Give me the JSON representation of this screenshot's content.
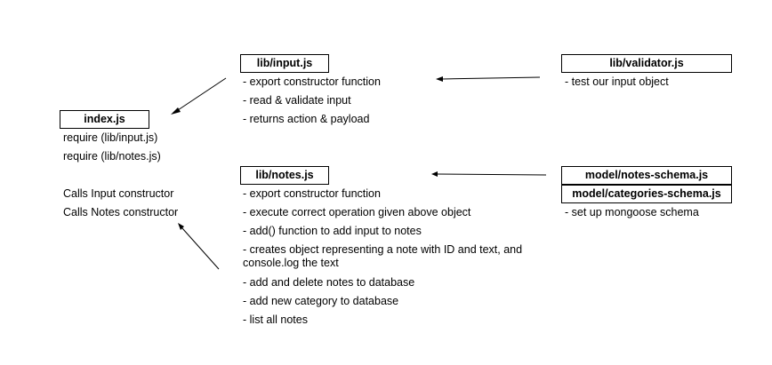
{
  "index": {
    "title": "index.js",
    "lines": [
      "require (lib/input.js)",
      "require (lib/notes.js)",
      "Calls Input constructor",
      "Calls Notes constructor"
    ]
  },
  "input": {
    "title": "lib/input.js",
    "lines": [
      "- export constructor function",
      "- read & validate input",
      "- returns action & payload"
    ]
  },
  "validator": {
    "title": "lib/validator.js",
    "lines": [
      "- test our input object"
    ]
  },
  "notes": {
    "title": "lib/notes.js",
    "lines": [
      "- export constructor function",
      "- execute correct operation given above object",
      "- add() function to add input to notes",
      "- creates object representing a note with ID and text, and console.log the text",
      "- add and delete notes to database",
      "- add new category to database",
      "- list all notes"
    ]
  },
  "model": {
    "title1": "model/notes-schema.js",
    "title2": "model/categories-schema.js",
    "lines": [
      "- set up mongoose schema"
    ]
  }
}
